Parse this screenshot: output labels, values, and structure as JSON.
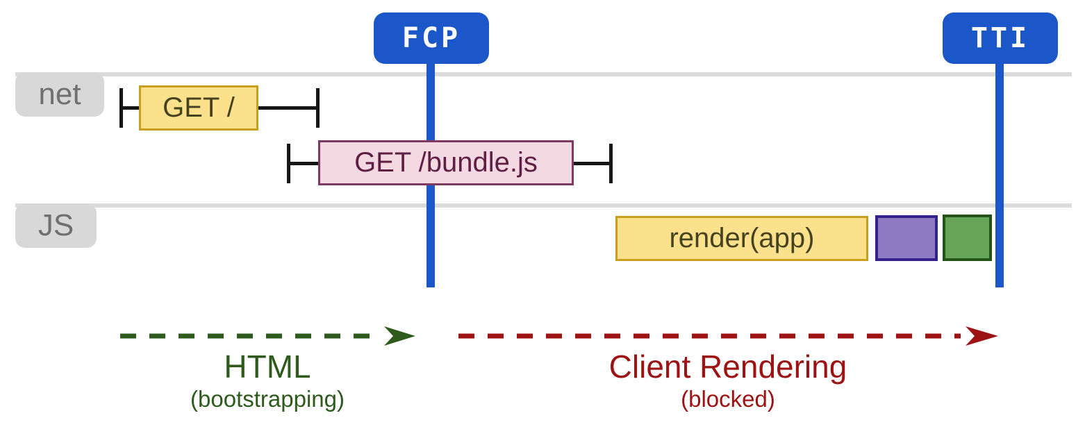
{
  "markers": [
    {
      "id": "fcp",
      "label": "FCP"
    },
    {
      "id": "tti",
      "label": "TTI"
    }
  ],
  "lanes": [
    {
      "id": "net",
      "label": "net"
    },
    {
      "id": "js",
      "label": "JS"
    }
  ],
  "network_requests": [
    {
      "label": "GET /"
    },
    {
      "label": "GET /bundle.js"
    }
  ],
  "js_tasks": [
    {
      "label": "render(app)"
    },
    {
      "label": ""
    },
    {
      "label": ""
    }
  ],
  "phases": [
    {
      "label": "HTML",
      "sublabel": "(bootstrapping)"
    },
    {
      "label": "Client Rendering",
      "sublabel": "(blocked)"
    }
  ],
  "colors": {
    "blue": "#1b57c8",
    "yellow_fill": "#fce18c",
    "yellow_border": "#c99f1d",
    "yellow_text": "#46411f",
    "pink_fill": "#f4d9e3",
    "pink_border": "#7d3a61",
    "pink_text": "#5e1f43",
    "purple_fill": "#8c7bc2",
    "purple_border": "#34218c",
    "green_fill": "#68a457",
    "green_border": "#245417",
    "lane_line": "#dbdbdb",
    "label_bg": "#d8d8d8",
    "label_text": "#707070",
    "whisker": "#161616",
    "phase_green": "#2e5a1d",
    "phase_red": "#9d1212"
  }
}
